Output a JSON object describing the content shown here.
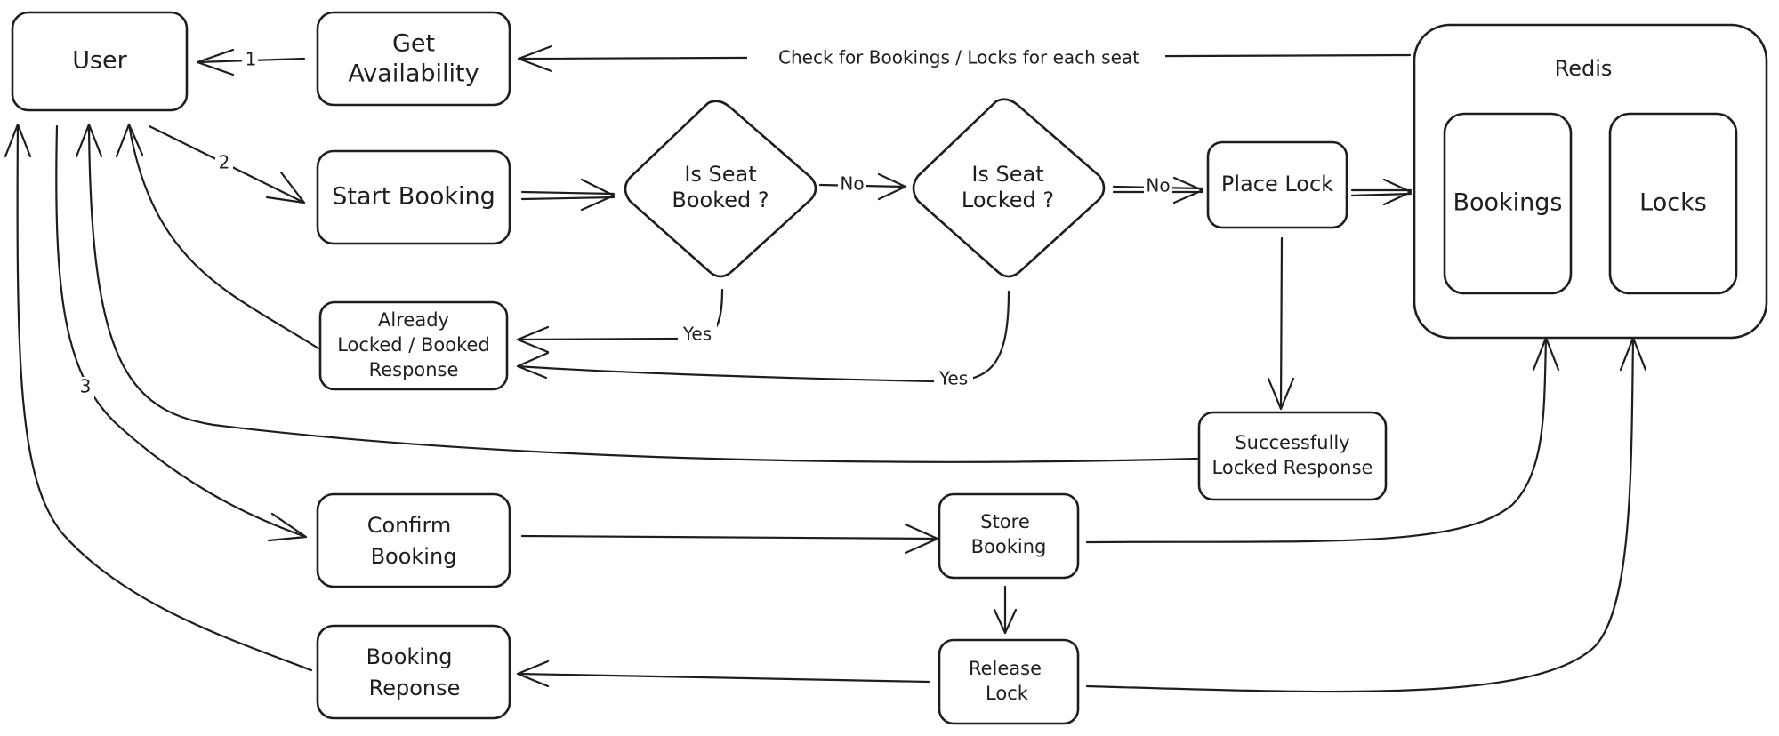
{
  "nodes": {
    "user": "User",
    "get_availability": [
      "Get",
      "Availability"
    ],
    "start_booking": "Start Booking",
    "is_seat_booked": [
      "Is Seat",
      "Booked ?"
    ],
    "is_seat_locked": [
      "Is Seat",
      "Locked ?"
    ],
    "place_lock": "Place Lock",
    "redis": "Redis",
    "bookings": "Bookings",
    "locks": "Locks",
    "already_response": [
      "Already",
      "Locked / Booked",
      "Response"
    ],
    "successfully_locked": [
      "Successfully",
      "Locked Response"
    ],
    "confirm_booking": [
      "Confirm",
      "Booking"
    ],
    "store_booking": [
      "Store",
      "Booking"
    ],
    "booking_response": [
      "Booking",
      "Reponse"
    ],
    "release_lock": [
      "Release",
      "Lock"
    ]
  },
  "edge_labels": {
    "step_1": "1",
    "step_2": "2",
    "step_3": "3",
    "check_bookings_locks": "Check for Bookings / Locks for each seat",
    "booked_no": "No",
    "locked_no": "No",
    "booked_yes": "Yes",
    "locked_yes": "Yes"
  }
}
